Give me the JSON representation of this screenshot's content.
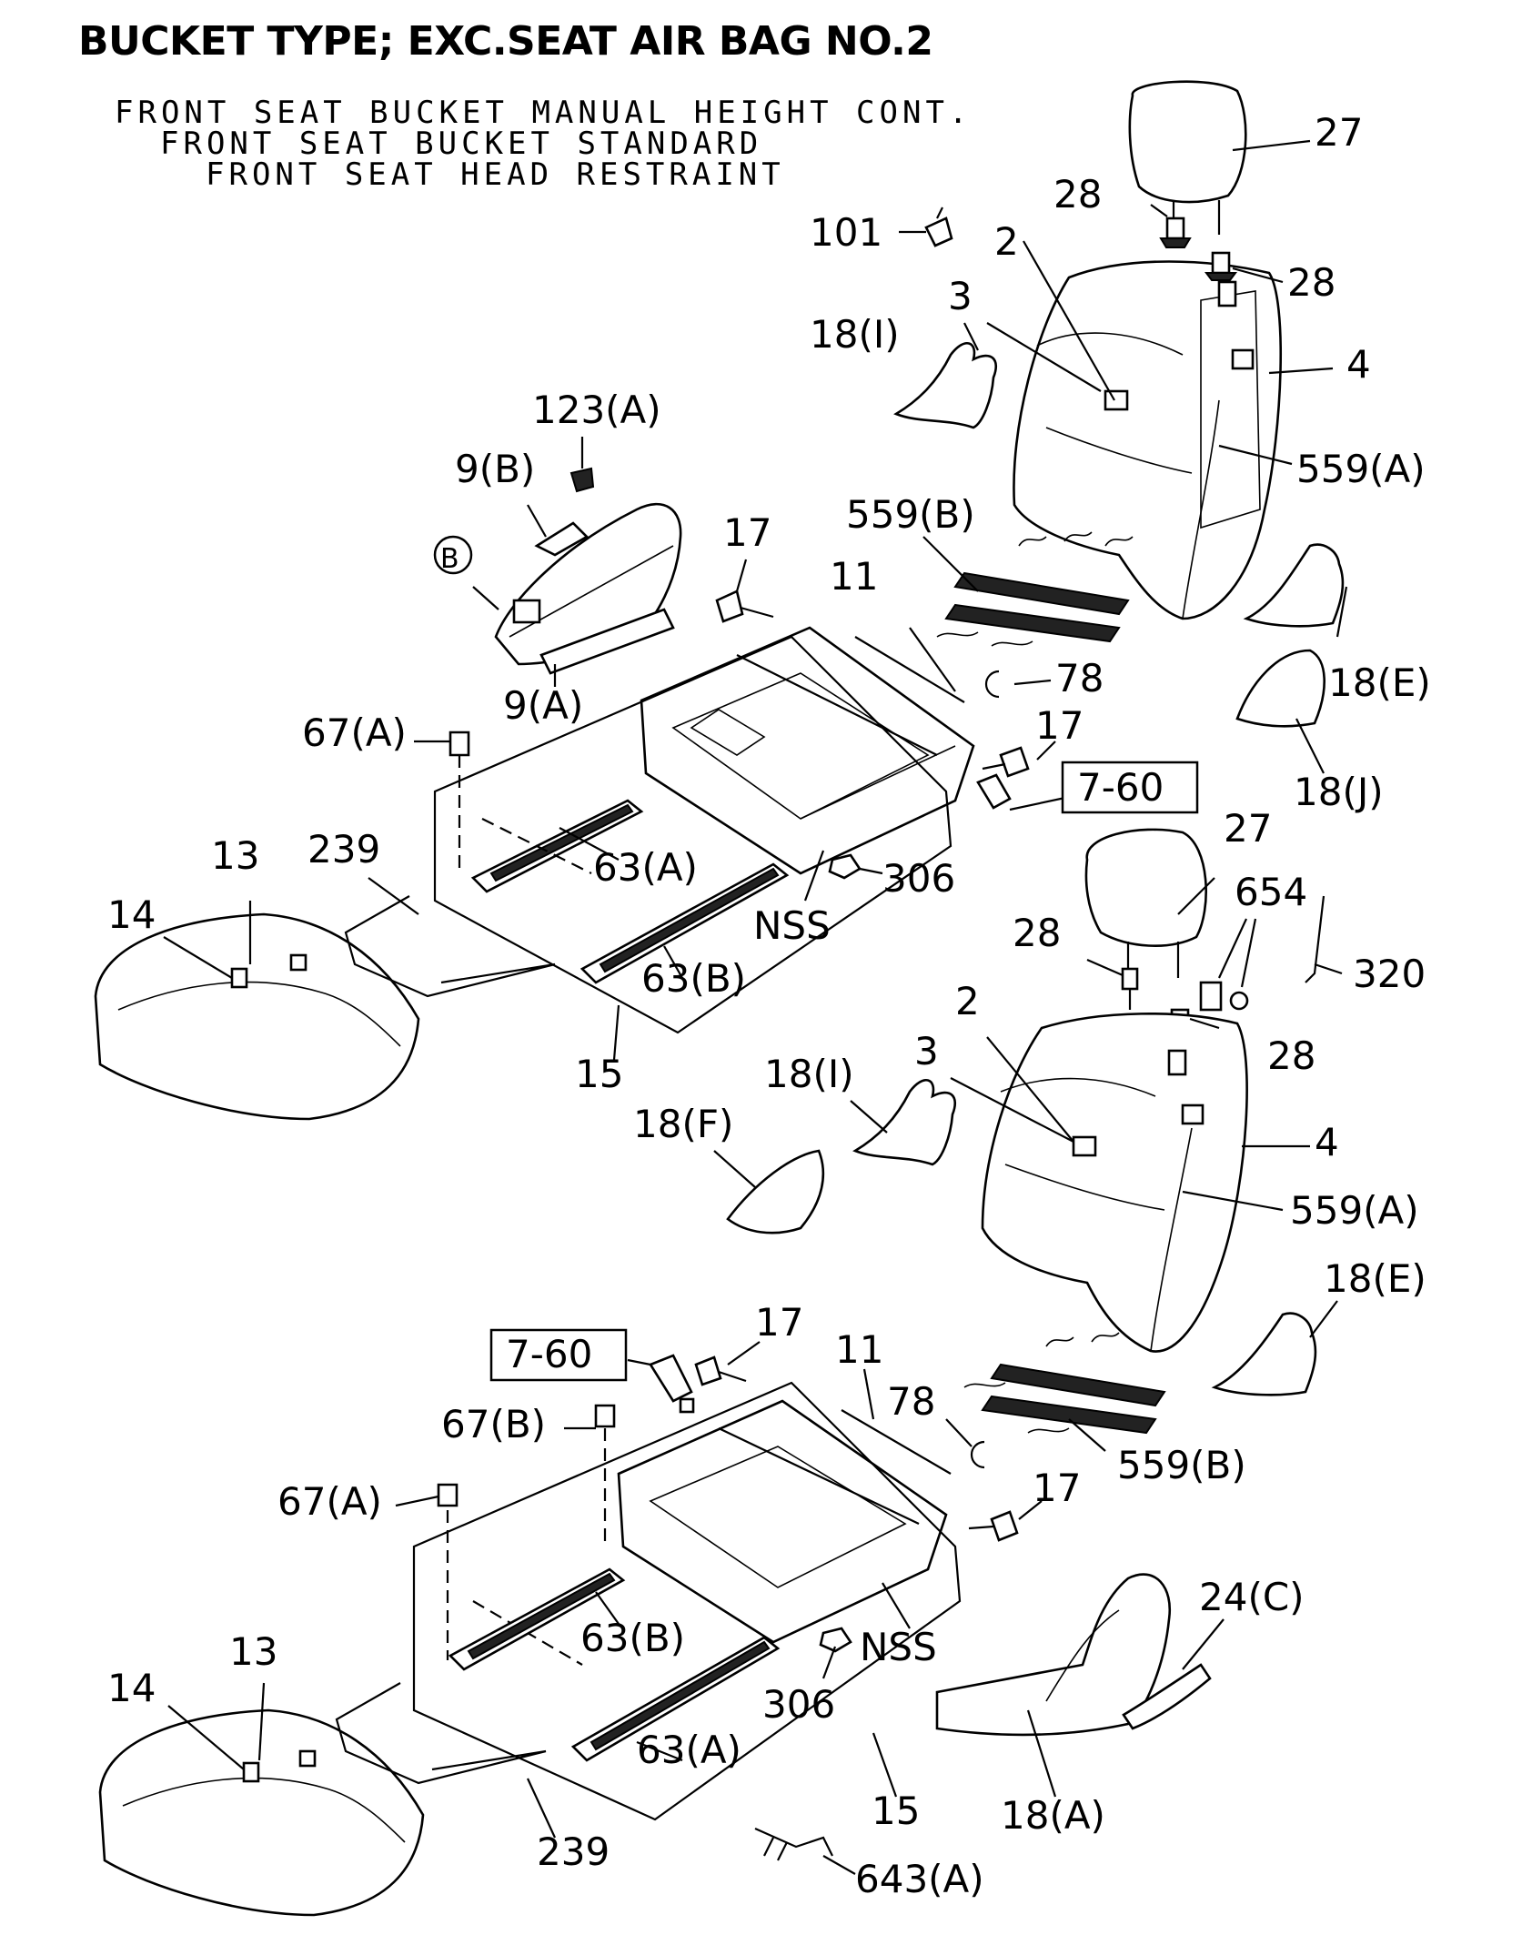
{
  "title": "BUCKET TYPE; EXC.SEAT AIR BAG NO.2",
  "subtitles": [
    "FRONT SEAT BUCKET MANUAL HEIGHT CONT.",
    "FRONT SEAT BUCKET STANDARD",
    "FRONT SEAT HEAD RESTRAINT"
  ],
  "callouts": {
    "c27a": "27",
    "c28a": "28",
    "c28b": "28",
    "c101": "101",
    "c2a": "2",
    "c3a": "3",
    "c4a": "4",
    "c18Ia": "18(I)",
    "c559Aa": "559(A)",
    "c123A": "123(A)",
    "c9B": "9(B)",
    "cB": "B",
    "c9A": "9(A)",
    "c17a": "17",
    "c559Ba": "559(B)",
    "c11a": "11",
    "c78a": "78",
    "c18Ea": "18(E)",
    "c67Aa": "67(A)",
    "c17b": "17",
    "c760a": "7-60",
    "c18J": "18(J)",
    "c63Aa": "63(A)",
    "c306a": "306",
    "cNSSa": "NSS",
    "c63Ba": "63(B)",
    "c239a": "239",
    "c13a": "13",
    "c14a": "14",
    "c15a": "15",
    "c27b": "27",
    "c654": "654",
    "c320": "320",
    "c28c": "28",
    "c28d": "28",
    "c2b": "2",
    "c3b": "3",
    "c18Ib": "18(I)",
    "c18F": "18(F)",
    "c4b": "4",
    "c559Ab": "559(A)",
    "c18Eb": "18(E)",
    "c760b": "7-60",
    "c17c": "17",
    "c11b": "11",
    "c78b": "78",
    "c67B": "67(B)",
    "c67Ab": "67(A)",
    "c559Bb": "559(B)",
    "c17d": "17",
    "c63Bb": "63(B)",
    "cNSSb": "NSS",
    "c24C": "24(C)",
    "c13b": "13",
    "c14b": "14",
    "c306b": "306",
    "c63Ab": "63(A)",
    "c15b": "15",
    "c18A": "18(A)",
    "c239b": "239",
    "c643A": "643(A)"
  }
}
